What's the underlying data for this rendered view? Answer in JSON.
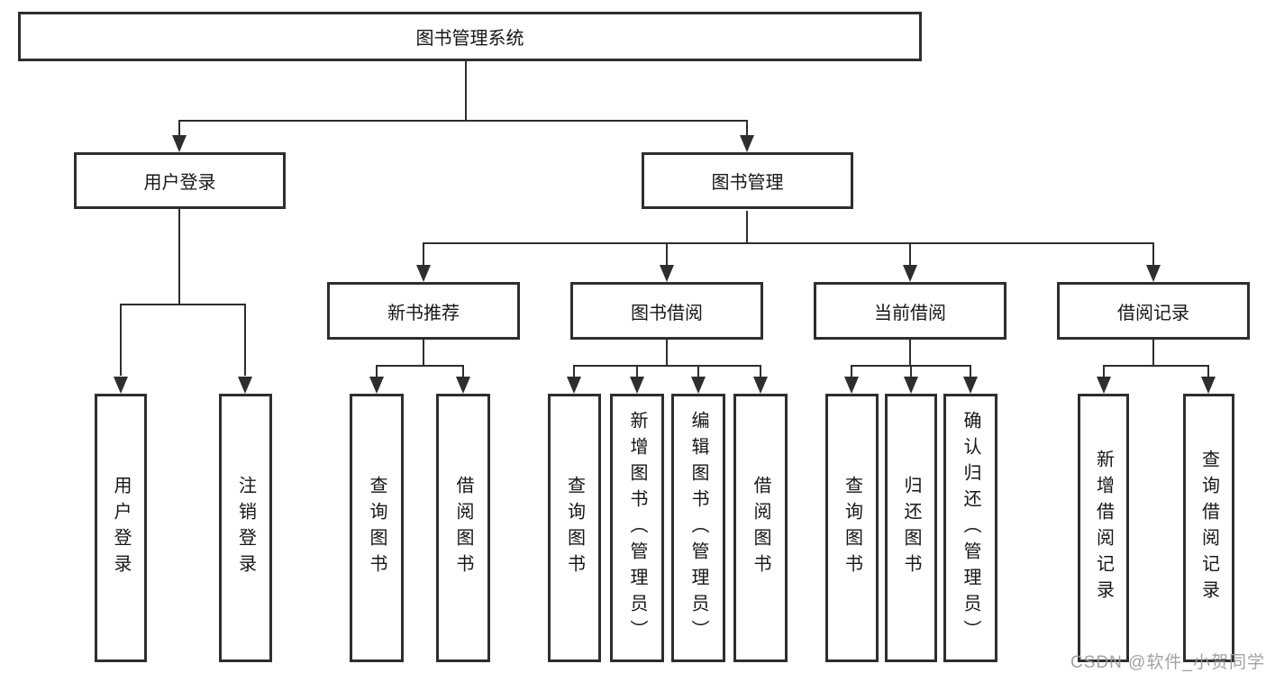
{
  "title": "图书管理系统",
  "diagram": {
    "root": {
      "label": "图书管理系统"
    },
    "level2": [
      {
        "label": "用户登录"
      },
      {
        "label": "图书管理"
      }
    ],
    "level3": [
      {
        "label": "新书推荐"
      },
      {
        "label": "图书借阅"
      },
      {
        "label": "当前借阅"
      },
      {
        "label": "借阅记录"
      }
    ],
    "leaves": {
      "user_login": [
        "用户登录",
        "注销登录"
      ],
      "new_book_recommend": [
        "查询图书",
        "借阅图书"
      ],
      "book_borrow": [
        "查询图书",
        "新增图书（管理员）",
        "编辑图书（管理员）",
        "借阅图书"
      ],
      "current_borrow": [
        "查询图书",
        "归还图书",
        "确认归还（管理员）"
      ],
      "borrow_records": [
        "新增借阅记录",
        "查询借阅记录"
      ]
    }
  },
  "watermark": {
    "text": "CSDN @软件_小贺同学"
  },
  "colors": {
    "line": "#2e2e2e",
    "text": "#161616",
    "watermark": "#9e9898",
    "background": "#ffffff"
  }
}
